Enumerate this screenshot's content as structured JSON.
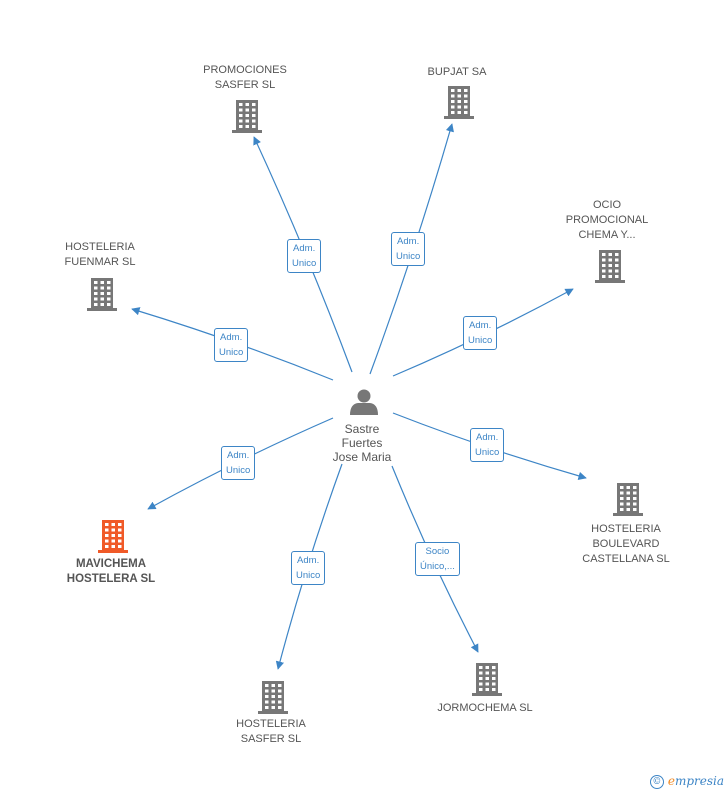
{
  "center": {
    "name": "Sastre\nFuertes\nJose Maria"
  },
  "companies": [
    {
      "id": "promociones",
      "name": "PROMOCIONES\nSASFER SL",
      "highlight": false
    },
    {
      "id": "bupjat",
      "name": "BUPJAT SA",
      "highlight": false
    },
    {
      "id": "ocio",
      "name": "OCIO\nPROMOCIONAL\nCHEMA Y...",
      "highlight": false
    },
    {
      "id": "fuenmar",
      "name": "HOSTELERIA\nFUENMAR SL",
      "highlight": false
    },
    {
      "id": "boulevard",
      "name": "HOSTELERIA\nBOULEVARD\nCASTELLANA SL",
      "highlight": false
    },
    {
      "id": "mavichema",
      "name": "MAVICHEMA\nHOSTELERA SL",
      "highlight": true
    },
    {
      "id": "sasfer",
      "name": "HOSTELERIA\nSASFER SL",
      "highlight": false
    },
    {
      "id": "jormochema",
      "name": "JORMOCHEMA SL",
      "highlight": false
    }
  ],
  "relations": [
    {
      "to": "promociones",
      "label": "Adm.\nUnico"
    },
    {
      "to": "bupjat",
      "label": "Adm.\nUnico"
    },
    {
      "to": "ocio",
      "label": "Adm.\nUnico"
    },
    {
      "to": "fuenmar",
      "label": "Adm.\nUnico"
    },
    {
      "to": "boulevard",
      "label": "Adm.\nUnico"
    },
    {
      "to": "mavichema",
      "label": "Adm.\nUnico"
    },
    {
      "to": "sasfer",
      "label": "Adm.\nUnico"
    },
    {
      "to": "jormochema",
      "label": "Socio\nÚnico,..."
    }
  ],
  "colors": {
    "edge": "#3d85c6",
    "building": "#777777",
    "building_highlight": "#f05a28",
    "person": "#777777"
  },
  "brand": {
    "copyright": "©",
    "first": "e",
    "rest": "mpresia"
  }
}
